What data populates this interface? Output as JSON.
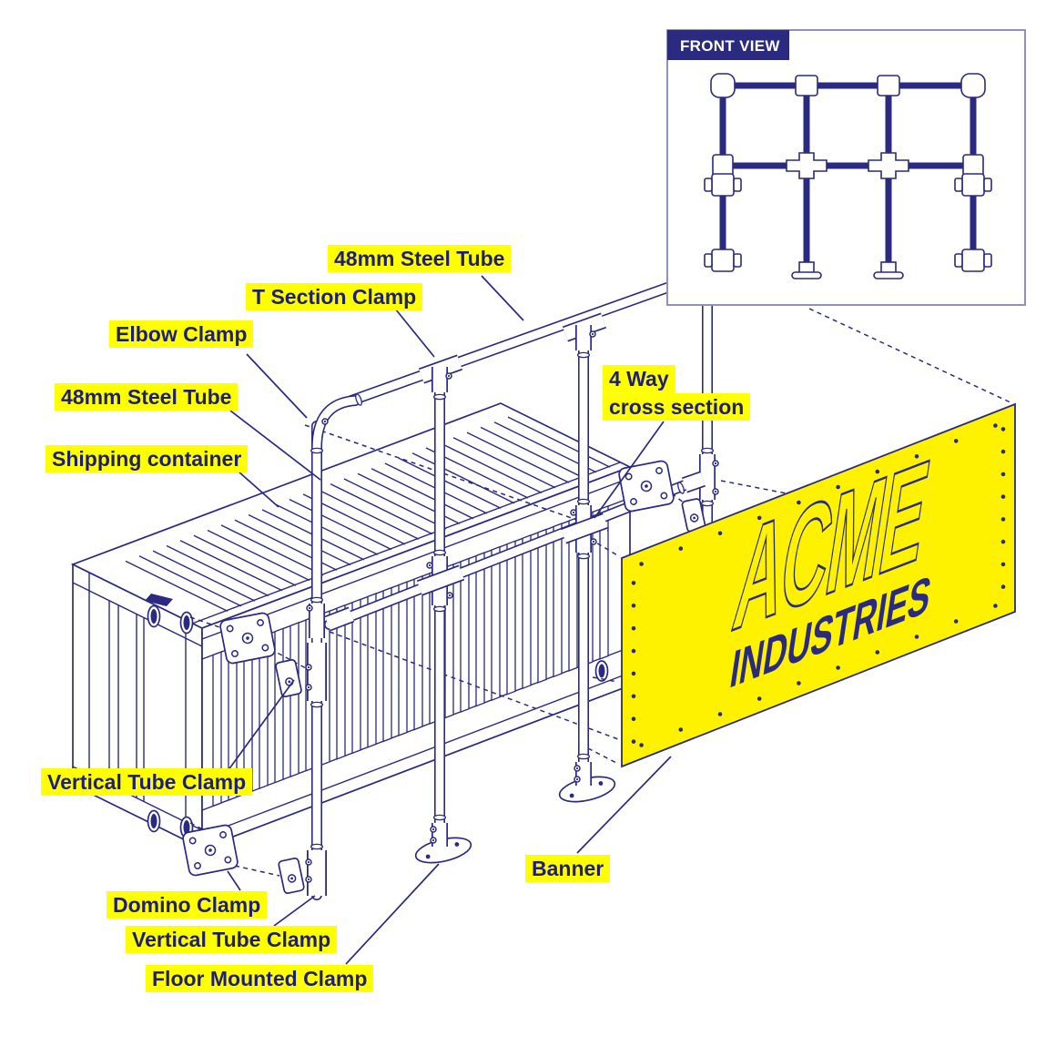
{
  "labels": {
    "steel_tube_top": "48mm Steel Tube",
    "t_section_clamp": "T Section Clamp",
    "elbow_clamp": "Elbow Clamp",
    "steel_tube_left": "48mm Steel Tube",
    "shipping_container": "Shipping container",
    "four_way_line1": "4 Way",
    "four_way_line2": "cross section",
    "vertical_tube_clamp_upper": "Vertical Tube Clamp",
    "domino_clamp": "Domino Clamp",
    "vertical_tube_clamp_lower": "Vertical Tube Clamp",
    "floor_mounted_clamp": "Floor Mounted Clamp",
    "banner": "Banner"
  },
  "inset": {
    "title": "FRONT VIEW"
  },
  "banner_art": {
    "line1": "ACME",
    "line2": "INDUSTRIES"
  },
  "colors": {
    "navy": "#2A2A80",
    "tnavy": "#1E1E78",
    "lyellow": "#FFFF00",
    "byellow": "#FFF200",
    "insetborder": "#9090B8",
    "bg": "#FFFFFF"
  }
}
